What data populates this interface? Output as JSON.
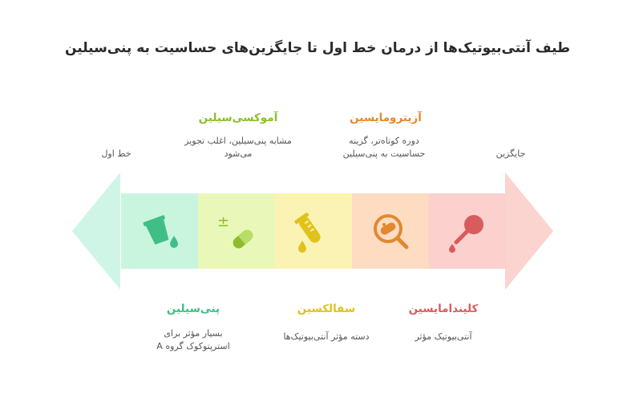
{
  "title": "طیف آنتی‌بیوتیک‌ها از درمان خط اول تا جایگزین‌های حساسیت به پنی‌سیلین",
  "end_labels": {
    "left": "خط اول",
    "right": "جایگزین"
  },
  "items": [
    {
      "name": "پنی‌سیلین",
      "description_lines": [
        "بسیار مؤثر برای",
        "استرپتوکوک گروه A"
      ],
      "color": "#3fbf86",
      "fill": "#c9f5df",
      "icon": "bucket-icon"
    },
    {
      "name": "آموکسی‌سیلین",
      "description_lines": [
        "مشابه پنی‌سیلین، اغلب تجویز",
        "می‌شود"
      ],
      "color": "#8dbd2c",
      "fill": "#e9f8b8",
      "icon": "pill-plus-minus-icon"
    },
    {
      "name": "سفالکسین",
      "description_lines": [
        "دسته مؤثر آنتی‌بیوتیک‌ها"
      ],
      "color": "#e0c21c",
      "fill": "#fbf3b3",
      "icon": "test-tube-icon"
    },
    {
      "name": "آزیترومایسین",
      "description_lines": [
        "دوره کوتاه‌تر، گزینه",
        "حساسیت به پنی‌سیلین"
      ],
      "color": "#e0892f",
      "fill": "#fddcc2",
      "icon": "pill-search-icon"
    },
    {
      "name": "کلیندامایسین",
      "description_lines": [
        "آنتی‌بیوتیک مؤثر"
      ],
      "color": "#d85c5c",
      "fill": "#fbd0cd",
      "icon": "dropper-icon"
    }
  ],
  "colors": {
    "left_arrow": "#cff5e6",
    "right_arrow": "#fbd3cf"
  }
}
